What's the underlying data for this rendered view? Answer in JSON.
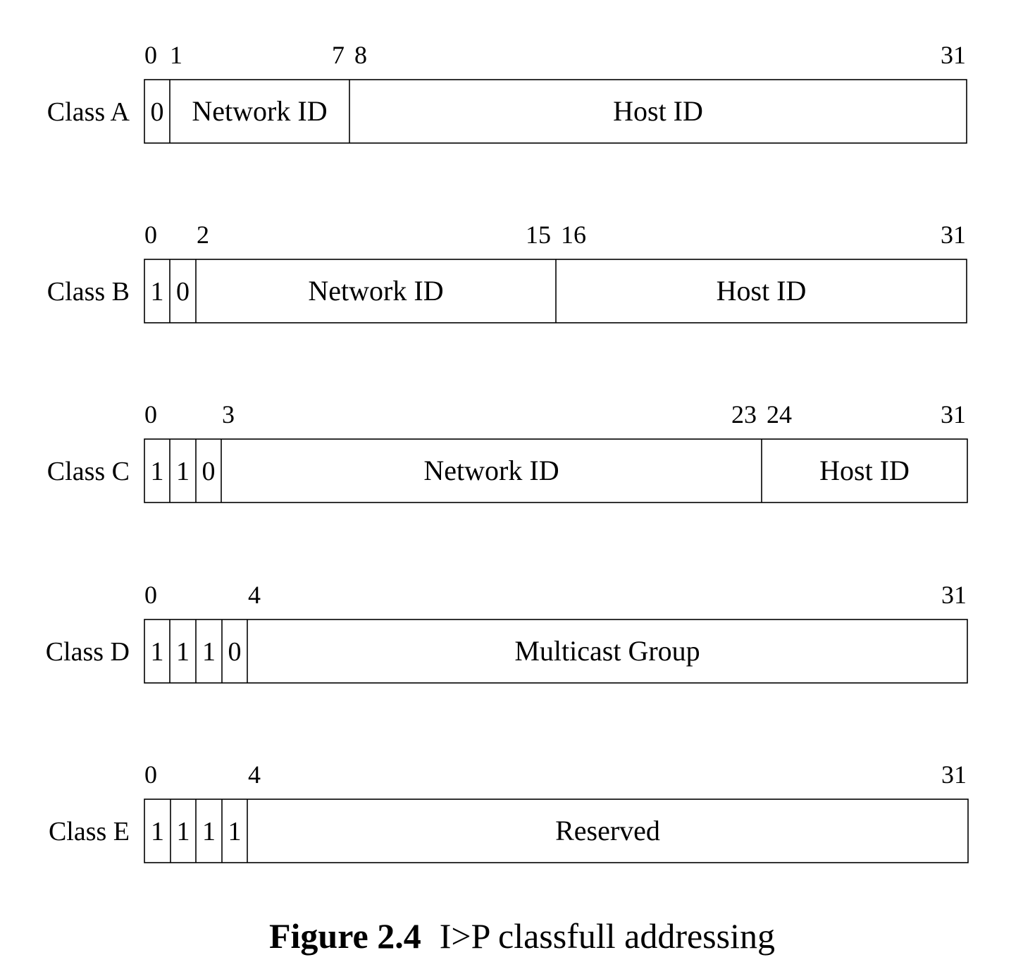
{
  "rows": [
    {
      "label": "Class A",
      "bit_labels": [
        "0",
        "1",
        "7",
        "8",
        "31"
      ],
      "cells": [
        {
          "text": "0"
        },
        {
          "text": "Network ID"
        },
        {
          "text": "Host ID"
        }
      ]
    },
    {
      "label": "Class B",
      "bit_labels": [
        "0",
        "2",
        "15",
        "16",
        "31"
      ],
      "cells": [
        {
          "text": "1"
        },
        {
          "text": "0"
        },
        {
          "text": "Network ID"
        },
        {
          "text": "Host ID"
        }
      ]
    },
    {
      "label": "Class C",
      "bit_labels": [
        "0",
        "3",
        "23",
        "24",
        "31"
      ],
      "cells": [
        {
          "text": "1"
        },
        {
          "text": "1"
        },
        {
          "text": "0"
        },
        {
          "text": "Network ID"
        },
        {
          "text": "Host ID"
        }
      ]
    },
    {
      "label": "Class D",
      "bit_labels": [
        "0",
        "4",
        "31"
      ],
      "cells": [
        {
          "text": "1"
        },
        {
          "text": "1"
        },
        {
          "text": "1"
        },
        {
          "text": "0"
        },
        {
          "text": "Multicast Group"
        }
      ]
    },
    {
      "label": "Class E",
      "bit_labels": [
        "0",
        "4",
        "31"
      ],
      "cells": [
        {
          "text": "1"
        },
        {
          "text": "1"
        },
        {
          "text": "1"
        },
        {
          "text": "1"
        },
        {
          "text": "Reserved"
        }
      ]
    }
  ],
  "caption": {
    "number": "Figure 2.4",
    "text": "I>P classfull addressing"
  }
}
